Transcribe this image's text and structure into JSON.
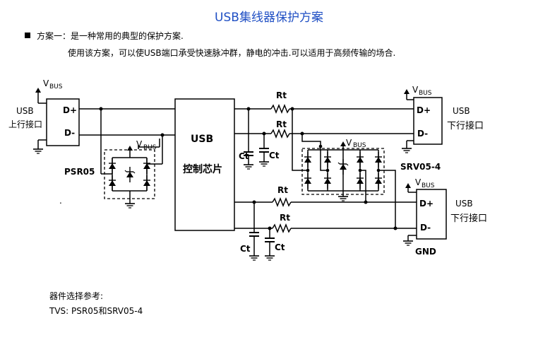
{
  "title": "USB集线器保护方案",
  "scheme": "方案一：是一种常用的典型的保护方案.",
  "description": "使用该方案，可以使USB端口承受快速脉冲群，静电的冲击.可以适用于高频传输的场合.",
  "labels": {
    "vbus_main": "V",
    "vbus_sub": "BUS",
    "usb": "USB",
    "upstream_port": "上行接口",
    "downstream_port": "下行接口",
    "d_plus": "D+",
    "d_minus": "D-",
    "chip_line1": "USB",
    "chip_line2": "控制芯片",
    "psr05": "PSR05",
    "srv05": "SRV05-4",
    "rt": "Rt",
    "ct": "Ct",
    "gnd": "GND",
    "dot": "."
  },
  "notes": {
    "selection": "器件选择参考:",
    "tvs": "TVS: PSR05和SRV05-4"
  },
  "colors": {
    "title": "#1f4fc4",
    "line": "#000000",
    "background": "#ffffff"
  }
}
